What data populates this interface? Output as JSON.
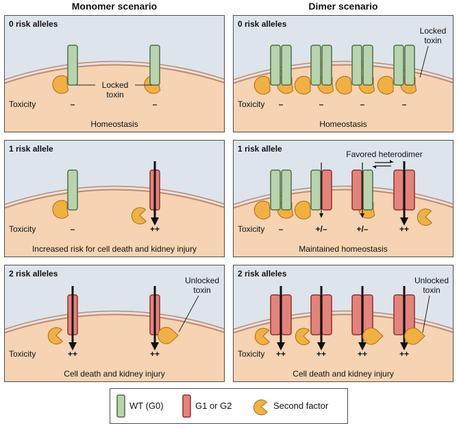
{
  "titles": {
    "monomer": "Monomer scenario",
    "dimer": "Dimer scenario"
  },
  "toxicity_label": "Toxicity",
  "panels": {
    "m0": {
      "title": "0 risk alleles",
      "status": "Homeostasis",
      "tox": [
        "–",
        "–"
      ],
      "annotation": "Locked toxin"
    },
    "d0": {
      "title": "0 risk alleles",
      "status": "Homeostasis",
      "tox": [
        "–",
        "–",
        "–",
        "–"
      ],
      "annotation": "Locked toxin"
    },
    "m1": {
      "title": "1 risk allele",
      "status": "Increased risk for cell death and kidney injury",
      "tox": [
        "–",
        "++"
      ]
    },
    "d1": {
      "title": "1 risk allele",
      "status": "Maintained homeostasis",
      "tox": [
        "–",
        "+/–",
        "+/–",
        "++"
      ],
      "annotation": "Favored heterodimer"
    },
    "m2": {
      "title": "2 risk alleles",
      "status": "Cell death and kidney injury",
      "tox": [
        "++",
        "++"
      ],
      "annotation": "Unlocked toxin"
    },
    "d2": {
      "title": "2 risk alleles",
      "status": "Cell death and kidney injury",
      "tox": [
        "++",
        "++",
        "++",
        "++"
      ],
      "annotation": "Unlocked toxin"
    }
  },
  "legend": {
    "wt": "WT (G0)",
    "risk": "G1 or G2",
    "factor": "Second factor"
  },
  "colors": {
    "wt_fill": "#b8d3ad",
    "wt_stroke": "#4c6e48",
    "risk_fill": "#e3837c",
    "risk_stroke": "#8e2f2b",
    "factor_fill": "#f0b042",
    "factor_stroke": "#a86a12",
    "cell_fill": "#f5d3b3",
    "membrane": "#c98660",
    "sky": "#dde4ec"
  }
}
